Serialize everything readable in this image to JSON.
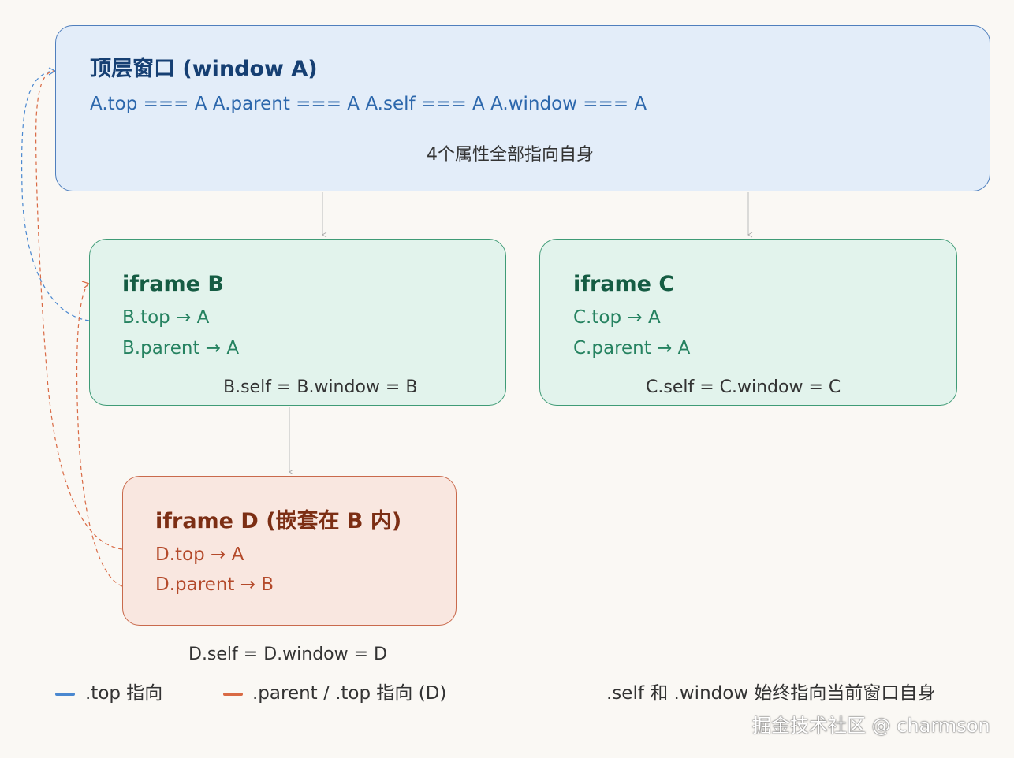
{
  "window_a": {
    "title": "顶层窗口 (window A)",
    "properties": "A.top === A A.parent === A A.self === A A.window === A",
    "note": "4个属性全部指向自身"
  },
  "iframe_b": {
    "title": "iframe B",
    "top": "B.top → A",
    "parent": "B.parent → A",
    "self": "B.self = B.window = B"
  },
  "iframe_c": {
    "title": "iframe C",
    "top": "C.top → A",
    "parent": "C.parent → A",
    "self": "C.self = C.window = C"
  },
  "iframe_d": {
    "title": "iframe D (嵌套在 B 内)",
    "top": "D.top → A",
    "parent": "D.parent → B",
    "self": "D.self = D.window = D"
  },
  "legend": {
    "top_label": ".top 指向",
    "parent_label": ".parent / .top 指向 (D)",
    "note": ".self 和 .window 始终指向当前窗口自身"
  },
  "watermark": "掘金技术社区 @ charmson",
  "colors": {
    "top_line": "#4a88d0",
    "parent_line": "#d96a44",
    "window_a_border": "#4f7fbd",
    "iframe_border": "#3f9b76",
    "iframe_d_border": "#c96a4c"
  }
}
